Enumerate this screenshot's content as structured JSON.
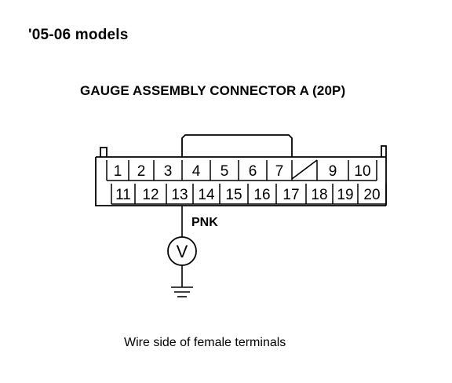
{
  "header": {
    "models": "'05-06 models"
  },
  "connector": {
    "title": "GAUGE ASSEMBLY CONNECTOR A (20P)",
    "top_row": [
      "1",
      "2",
      "3",
      "4",
      "5",
      "6",
      "7",
      "",
      "9",
      "10"
    ],
    "bottom_row": [
      "11",
      "12",
      "13",
      "14",
      "15",
      "16",
      "17",
      "18",
      "19",
      "20"
    ],
    "unused_terminal": "8",
    "probe_terminal": "13",
    "wire_color": "PNK"
  },
  "meter": {
    "symbol": "V",
    "ground": "ground"
  },
  "caption": "Wire side of female terminals"
}
